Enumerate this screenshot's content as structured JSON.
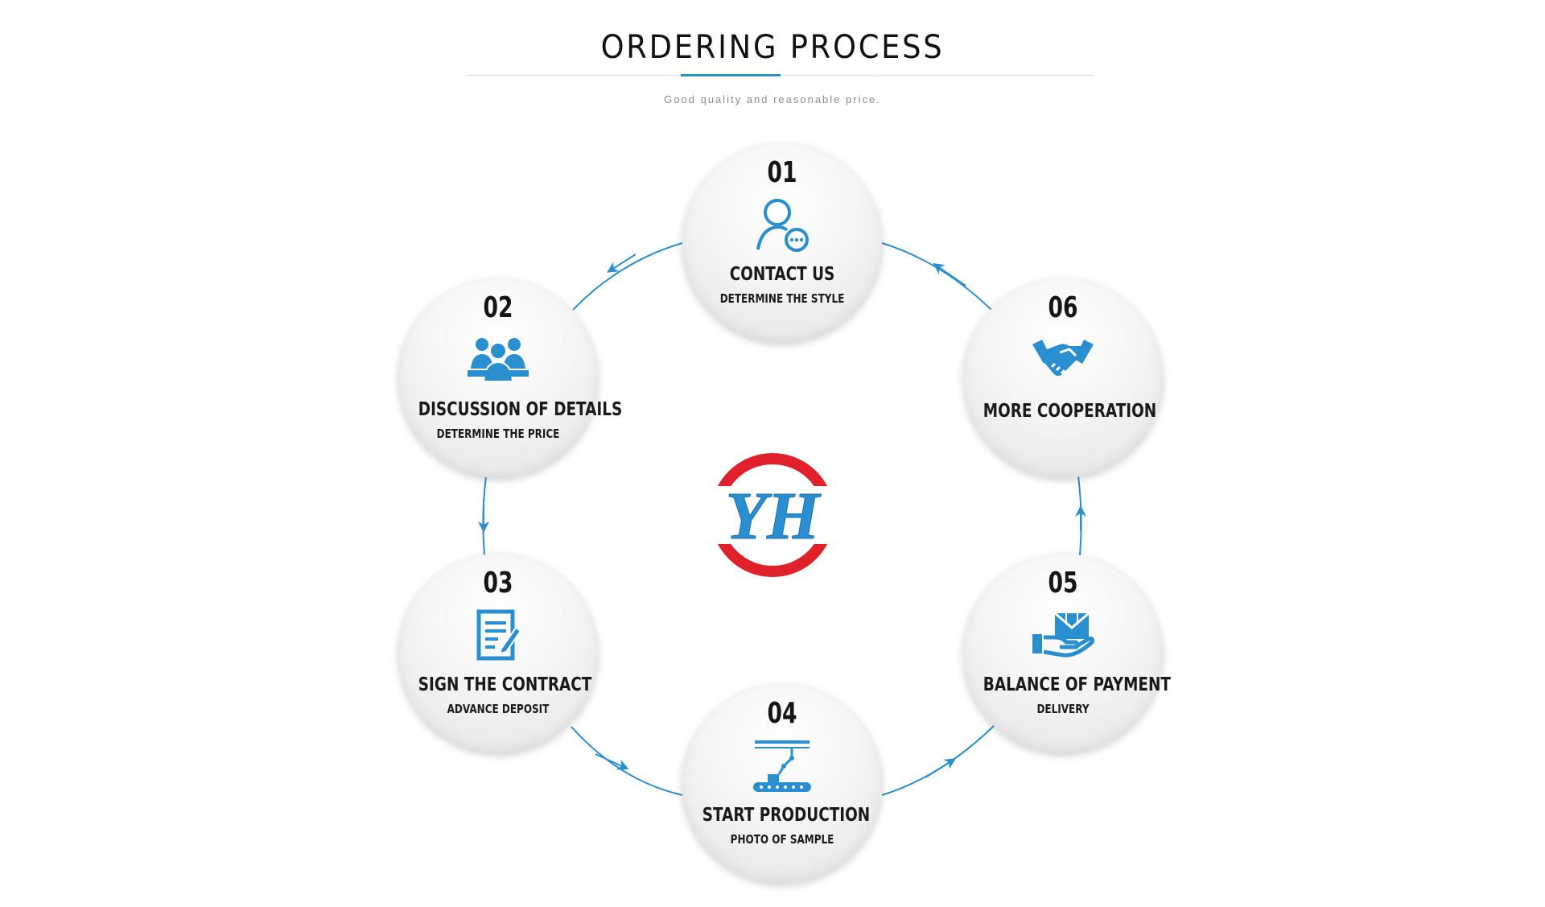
{
  "header": {
    "title": "ORDERING PROCESS",
    "subtitle": "Good quality and reasonable price."
  },
  "logo": {
    "text": "YH",
    "ring_color": "#e0202a",
    "letter_color": "#2a8fd0"
  },
  "colors": {
    "accent": "#2a8fd0",
    "circle_bg": "#f2f2f2",
    "text": "#1a1a1a"
  },
  "steps": [
    {
      "number": "01",
      "label": "CONTACT US",
      "sub": "DETERMINE THE STYLE",
      "icon": "user-chat-icon"
    },
    {
      "number": "02",
      "label": "DISCUSSION OF DETAILS",
      "sub": "DETERMINE THE PRICE",
      "icon": "meeting-icon"
    },
    {
      "number": "03",
      "label": "SIGN THE CONTRACT",
      "sub": "ADVANCE DEPOSIT",
      "icon": "contract-icon"
    },
    {
      "number": "04",
      "label": "START PRODUCTION",
      "sub": "PHOTO OF SAMPLE",
      "icon": "production-line-icon"
    },
    {
      "number": "05",
      "label": "BALANCE OF PAYMENT",
      "sub": "DELIVERY",
      "icon": "hand-package-icon"
    },
    {
      "number": "06",
      "label": "MORE COOPERATION",
      "sub": "",
      "icon": "handshake-icon"
    }
  ]
}
